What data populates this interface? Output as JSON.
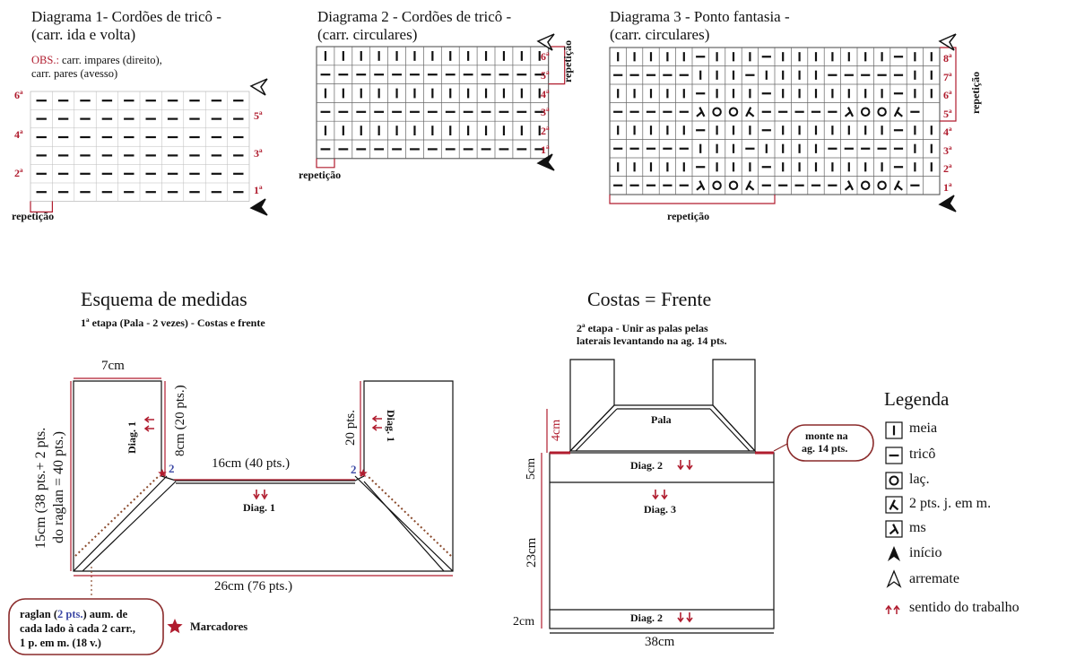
{
  "diagram1": {
    "title": "Diagrama 1- Cordões de tricô -",
    "subtitle": "(carr. ida e volta)",
    "obs_label": "OBS.:",
    "obs_line1": " carr. impares (direito),",
    "obs_line2": "carr. pares (avesso)",
    "left_rows": [
      "6ª",
      "4ª",
      "2ª"
    ],
    "right_rows": [
      "5ª",
      "3ª",
      "1ª"
    ],
    "repeat": "repetição"
  },
  "diagram2": {
    "title": "Diagrama 2 - Cordões de tricô -",
    "subtitle": "(carr. circulares)",
    "rows": [
      "6ª",
      "5ª",
      "4ª",
      "3ª",
      "2ª",
      "1ª"
    ],
    "repeat_bottom": "repetição",
    "repeat_side": "repetição"
  },
  "diagram3": {
    "title": "Diagrama 3 - Ponto fantasia -",
    "subtitle": "(carr. circulares)",
    "rows": [
      "8ª",
      "7ª",
      "6ª",
      "5ª",
      "4ª",
      "3ª",
      "2ª",
      "1ª"
    ],
    "repeat_bottom": "repetição",
    "repeat_side": "repetição",
    "grid": [
      "IIIII-III-IIIIIII-II",
      "-----III-IIII-----III",
      "IIIII-III-IIIIIII-II",
      "-----KOOL-----KOOL-",
      "IIIII-III-IIIIIII-II",
      "-----III-IIII-----III",
      "IIIII-III-IIIIIII-II",
      "-----KOOL-----KOOL-"
    ]
  },
  "medidas": {
    "title": "Esquema de medidas",
    "subtitle": "1ª etapa (Pala - 2 vezes) - Costas e frente",
    "top_width": "7cm",
    "side_height": "8cm (20 pts.)",
    "left_height_1": "15cm (38 pts.+ 2 pts.",
    "left_height_2": "do raglan = 40 pts.)",
    "center_width": "16cm (40 pts.)",
    "diag_center": "Diag. 1",
    "diag_left": "Diag. 1",
    "right_height": "20 pts.",
    "diag_right": "Diag. 1",
    "bottom_width": "26cm (76 pts.)",
    "two": "2",
    "raglan_a": "raglan (",
    "raglan_b": "2 pts.",
    "raglan_c": ") aum. de",
    "raglan_2": "cada lado à cada 2 carr.,",
    "raglan_3": "1 p. em m. (18 v.)",
    "markers": "Marcadores"
  },
  "costas": {
    "title": "Costas = Frente",
    "subtitle_1": "2ª etapa - Unir as palas pelas",
    "subtitle_2": "laterais levantando na ag. 14 pts.",
    "pala": "Pala",
    "h4": "4cm",
    "h5": "5cm",
    "h23": "23cm",
    "h2": "2cm",
    "width": "38cm",
    "diag2_top": "Diag. 2",
    "diag3": "Diag. 3",
    "diag2_bottom": "Diag. 2",
    "monte_1": "monte na",
    "monte_2": "ag. 14 pts."
  },
  "legend": {
    "title": "Legenda",
    "items": [
      "meia",
      "tricô",
      "laç.",
      "2 pts. j. em m.",
      "ms",
      "início",
      "arremate",
      "sentido do trabalho"
    ]
  },
  "colors": {
    "accent": "#b01c2e",
    "blue": "#3e4aa6",
    "ink": "#111111"
  }
}
